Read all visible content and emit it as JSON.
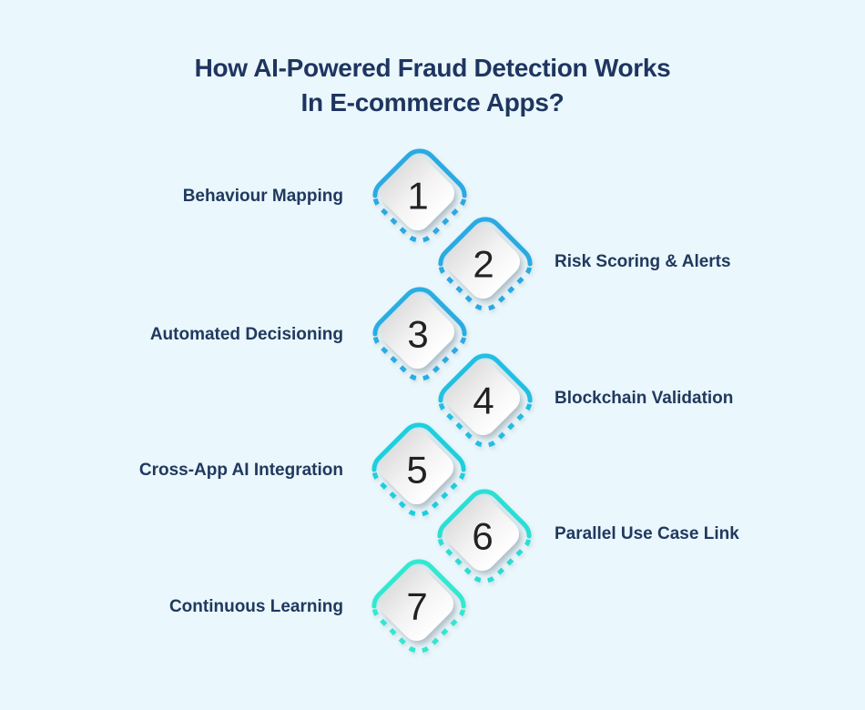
{
  "title": {
    "line1": "How AI-Powered Fraud Detection Works",
    "line2": "In E-commerce Apps?"
  },
  "colors": {
    "background": "#eaf7fc",
    "title": "#1f3560",
    "label": "#21395f",
    "number": "#222222",
    "face_gradient_start": "#dfdfdf",
    "face_gradient_mid": "#f3f3f3",
    "face_gradient_end": "#ffffff"
  },
  "steps": [
    {
      "number": "1",
      "label": "Behaviour Mapping",
      "side": "left",
      "color": "#2caae3"
    },
    {
      "number": "2",
      "label": "Risk Scoring & Alerts",
      "side": "right",
      "color": "#2caae3"
    },
    {
      "number": "3",
      "label": "Automated Decisioning",
      "side": "left",
      "color": "#29ade3"
    },
    {
      "number": "4",
      "label": "Blockchain Validation",
      "side": "right",
      "color": "#21bfe3"
    },
    {
      "number": "5",
      "label": "Cross-App AI Integration",
      "side": "left",
      "color": "#1fd0de"
    },
    {
      "number": "6",
      "label": "Parallel Use Case Link",
      "side": "right",
      "color": "#2bdfd4"
    },
    {
      "number": "7",
      "label": "Continuous Learning",
      "side": "left",
      "color": "#30e9d0"
    }
  ]
}
